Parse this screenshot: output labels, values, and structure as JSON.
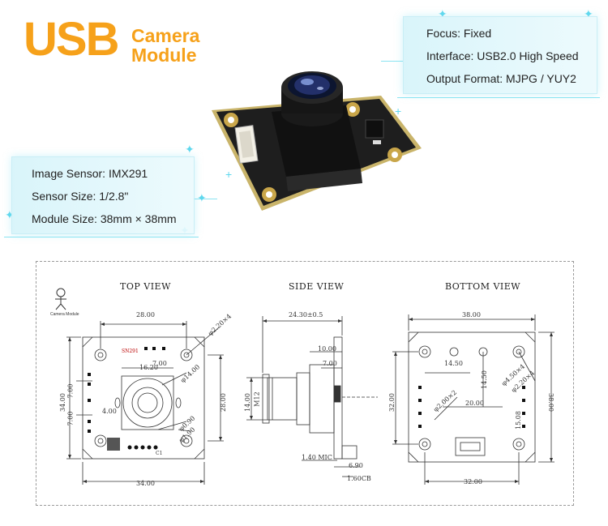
{
  "title": {
    "main": "USB",
    "sub": "Camera\nModule"
  },
  "specs_top": [
    {
      "label": "Focus",
      "sep": ": ",
      "value": "Fixed"
    },
    {
      "label": "Interface",
      "sep": ": ",
      "value": "USB2.0 High Speed"
    },
    {
      "label": "Output Format",
      "sep": ": ",
      "value": "MJPG / YUY2"
    }
  ],
  "specs_left": [
    {
      "label": "Image Sensor",
      "sep": ": ",
      "value": "IMX291"
    },
    {
      "label": "Sensor Size",
      "sep": ": ",
      "value": "1/2.8\""
    },
    {
      "label": "Module Size",
      "sep": ": ",
      "value": "38mm × 38mm"
    }
  ],
  "colors": {
    "accent": "#f6a11a",
    "pcb": "#1d1d1d",
    "pcb_edge": "#c9b46a",
    "cyan": "#5fd8ee"
  },
  "drawing": {
    "views": {
      "top": "TOP VIEW",
      "side": "SIDE VIEW",
      "bottom": "BOTTOM VIEW"
    },
    "logo_text": "Camera Module",
    "top_view": {
      "width_inner": "28.00",
      "width_outer": "34.00",
      "height_outer": "34.00",
      "height_inner": "28.00",
      "hole_dia": "φ2.20×4",
      "d_7_00_top": "7.00",
      "d_7_00_left": "7.00",
      "d_7_00_left2": "7.00",
      "d_16_20": "16.20",
      "d_14_00": "φ14.00",
      "d_4_00": "4.00",
      "d_0_90": "φ0.90",
      "d_1_90": "φ1.90",
      "silk_top": "SN291",
      "silk_c1": "C1"
    },
    "side_view": {
      "width": "24.30±0.5",
      "h_10_00": "10.00",
      "h_7_00": "7.00",
      "lens": "M12",
      "lens_h": "14.00",
      "d_1_40": "1.40 MIC",
      "d_6_90": "6.90",
      "d_pcb": "1.60CB"
    },
    "bottom_view": {
      "width_outer": "38.00",
      "width_inner": "32.00",
      "height_outer": "38.00",
      "height_inner": "32.00",
      "d_14_50": "14.50",
      "d_14_50_v": "14.50",
      "d_20_00": "20.00",
      "hole_label": "φ2.00×2",
      "d_4_50": "φ4.50×4",
      "d_2_20": "φ2.20×4",
      "d_15_08": "15.08"
    }
  }
}
